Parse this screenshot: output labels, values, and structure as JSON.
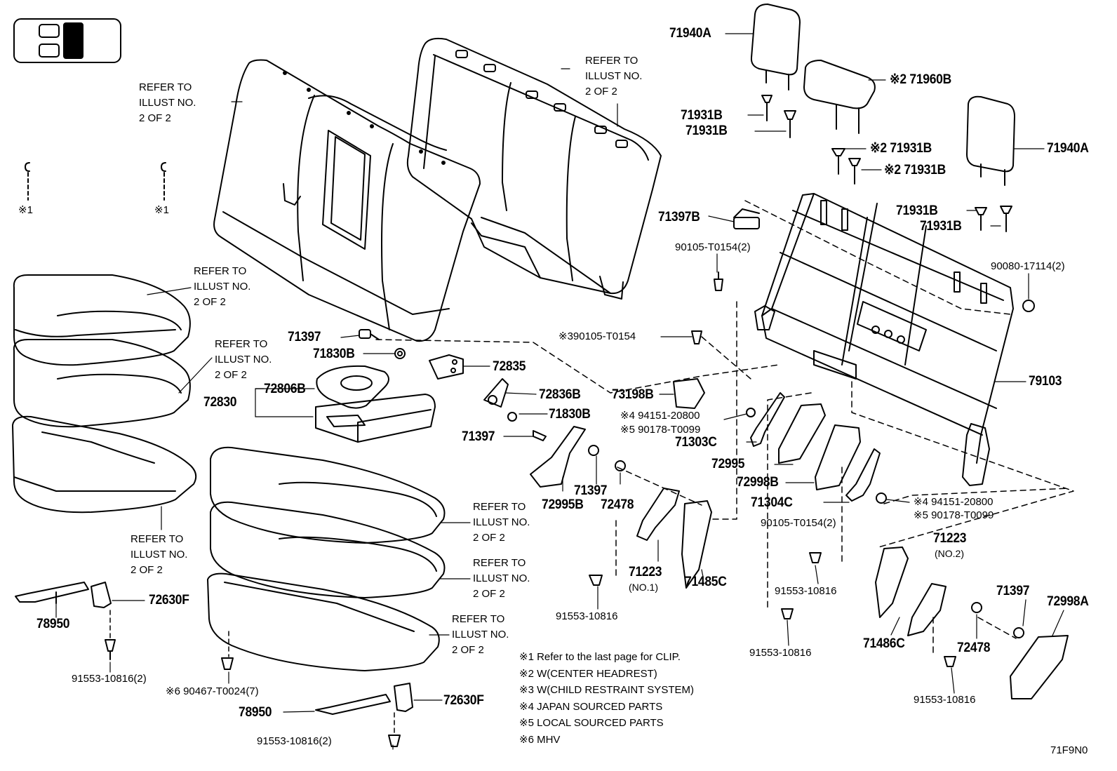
{
  "parts": [
    {
      "id": "p71940A_top",
      "text": "71940A"
    },
    {
      "id": "p71960B",
      "text": "※2 71960B"
    },
    {
      "id": "p71931B_a",
      "text": "71931B"
    },
    {
      "id": "p71931B_b",
      "text": "71931B"
    },
    {
      "id": "p71931B_c",
      "text": "※2 71931B"
    },
    {
      "id": "p71931B_d",
      "text": "※2 71931B"
    },
    {
      "id": "p71940A_right",
      "text": "71940A"
    },
    {
      "id": "p71931B_e",
      "text": "71931B"
    },
    {
      "id": "p71931B_f",
      "text": "71931B"
    },
    {
      "id": "p71397B",
      "text": "71397B"
    },
    {
      "id": "p90105_a",
      "text": "90105-T0154(2)"
    },
    {
      "id": "p90080",
      "text": "90080-17114(2)"
    },
    {
      "id": "p90105_b",
      "text": "※390105-T0154"
    },
    {
      "id": "p71397_a",
      "text": "71397"
    },
    {
      "id": "p71830B_a",
      "text": "71830B"
    },
    {
      "id": "p72835",
      "text": "72835"
    },
    {
      "id": "p72836B",
      "text": "72836B"
    },
    {
      "id": "p73198B",
      "text": "73198B"
    },
    {
      "id": "p79103",
      "text": "79103"
    },
    {
      "id": "p72806B",
      "text": "72806B"
    },
    {
      "id": "p72830",
      "text": "72830"
    },
    {
      "id": "p71830B_b",
      "text": "71830B"
    },
    {
      "id": "p71397_b",
      "text": "71397"
    },
    {
      "id": "p94151_a",
      "text": "※4 94151-20800"
    },
    {
      "id": "p90178_a",
      "text": "※5 90178-T0099"
    },
    {
      "id": "p71303C",
      "text": "71303C"
    },
    {
      "id": "p72995",
      "text": "72995"
    },
    {
      "id": "p72998B",
      "text": "72998B"
    },
    {
      "id": "p71304C",
      "text": "71304C"
    },
    {
      "id": "p94151_b",
      "text": "※4 94151-20800"
    },
    {
      "id": "p90178_b",
      "text": "※5 90178-T0099"
    },
    {
      "id": "p90105_c",
      "text": "90105-T0154(2)"
    },
    {
      "id": "p71397_c",
      "text": "71397"
    },
    {
      "id": "p72995B",
      "text": "72995B"
    },
    {
      "id": "p72478_a",
      "text": "72478"
    },
    {
      "id": "p71223_1",
      "text": "71223"
    },
    {
      "id": "p71223_1n",
      "text": "(NO.1)"
    },
    {
      "id": "p71485C",
      "text": "71485C"
    },
    {
      "id": "p91553_a",
      "text": "91553-10816"
    },
    {
      "id": "p91553_b",
      "text": "91553-10816"
    },
    {
      "id": "p91553_c",
      "text": "91553-10816"
    },
    {
      "id": "p71223_2",
      "text": "71223"
    },
    {
      "id": "p71223_2n",
      "text": "(NO.2)"
    },
    {
      "id": "p71397_d",
      "text": "71397"
    },
    {
      "id": "p72998A",
      "text": "72998A"
    },
    {
      "id": "p71486C",
      "text": "71486C"
    },
    {
      "id": "p72478_b",
      "text": "72478"
    },
    {
      "id": "p91553_d",
      "text": "91553-10816"
    },
    {
      "id": "p72630F_a",
      "text": "72630F"
    },
    {
      "id": "p78950_a",
      "text": "78950"
    },
    {
      "id": "p91553_e",
      "text": "91553-10816(2)"
    },
    {
      "id": "p90467",
      "text": "※6 90467-T0024(7)"
    },
    {
      "id": "p78950_b",
      "text": "78950"
    },
    {
      "id": "p72630F_b",
      "text": "72630F"
    },
    {
      "id": "p91553_f",
      "text": "91553-10816(2)"
    },
    {
      "id": "s1a",
      "text": "※1"
    },
    {
      "id": "s1b",
      "text": "※1"
    }
  ],
  "refers": [
    {
      "id": "r1",
      "text": "REFER TO\nILLUST NO.\n2 OF 2"
    },
    {
      "id": "r2",
      "text": "REFER TO\nILLUST NO.\n2 OF 2"
    },
    {
      "id": "r3",
      "text": "REFER TO\nILLUST NO.\n2 OF 2"
    },
    {
      "id": "r4",
      "text": "REFER TO\nILLUST NO.\n2 OF 2"
    },
    {
      "id": "r5",
      "text": "REFER TO\nILLUST NO.\n2 OF 2"
    },
    {
      "id": "r6",
      "text": "REFER TO\nILLUST NO.\n2 OF 2"
    },
    {
      "id": "r7",
      "text": "REFER TO\nILLUST NO.\n2 OF 2"
    },
    {
      "id": "r8",
      "text": "REFER TO\nILLUST NO.\n2 OF 2"
    }
  ],
  "notes": [
    "※1  Refer to the last page for CLIP.",
    "※2  W(CENTER  HEADREST)",
    "※3  W(CHILD RESTRAINT SYSTEM)",
    "※4  JAPAN SOURCED PARTS",
    "※5  LOCAL SOURCED PARTS",
    "※6  MHV"
  ],
  "illustration_code": "71F9N0"
}
